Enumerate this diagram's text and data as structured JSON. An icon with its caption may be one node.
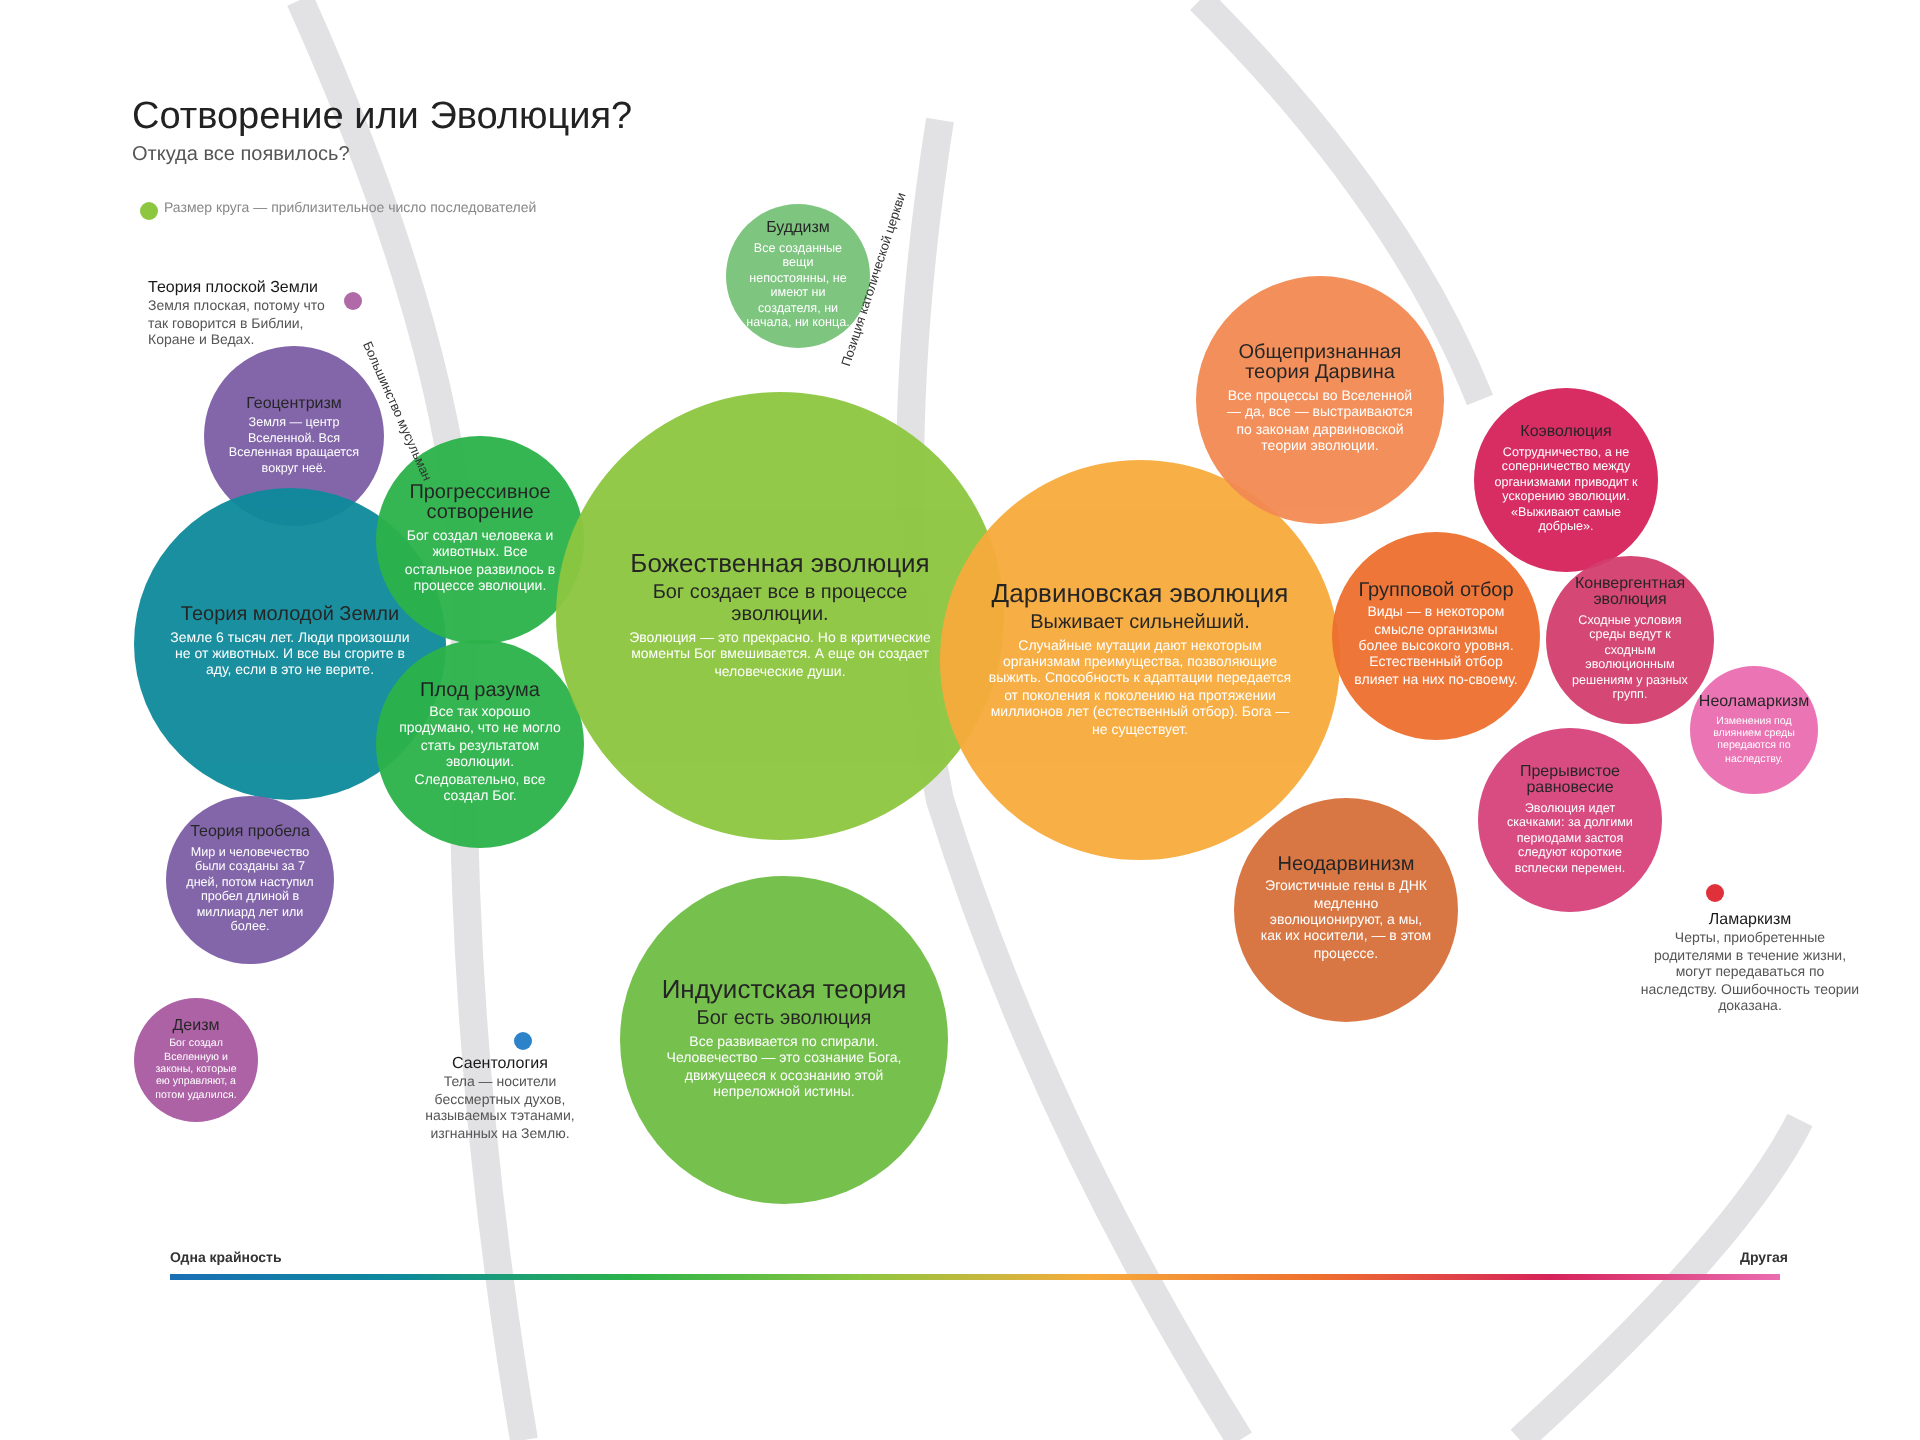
{
  "diagram": {
    "title": "Сотворение или Эволюция?",
    "nodes": [
      {
        "text": [
          "Теория плоской Земли",
          "Земля плоская, потому что так говорится в Библии, Коране и Ведах."
        ]
      },
      {
        "text": [
          "Геоцентризм",
          "Земля — центр Вселенной. Вся Вселенная вращается вокруг неё."
        ]
      },
      {
        "text": [
          "Теория молодой Земли",
          "Земле 6 тысяч лет. Люди произошли не от животных. И все вы сгорите в аду, если в это не верите."
        ]
      },
      {
        "text": [
          "Теория пробела",
          "Мир и человечество были созданы за 7 дней, потом наступил пробел длиной в миллиард лет или более."
        ]
      },
      {
        "text": [
          "Деизм",
          "Бог создал Вселенную и законы, которые ею управляют, а потом удалился."
        ]
      },
      {
        "text": [
          "Прогрессивное сотворение",
          "Бог создал человека и животных. Все остальное развилось в процессе эволюции."
        ]
      },
      {
        "text": [
          "Плод разума",
          "Все так хорошо продумано, что не могло стать результатом эволюции. Следовательно, все создал Бог."
        ]
      },
      {
        "text": [
          "Саентология",
          "Тела — носители бессмертных духов, называемых тэтанами, изгнанных на Землю."
        ]
      },
      {
        "text": [
          "Буддизм",
          "Все созданные вещи непостоянны, не имеют ни создателя, ни начала, ни конца."
        ]
      },
      {
        "text": [
          "Божественная эволюция",
          "Бог создает все в процессе эволюции.",
          "Эволюция — это прекрасно. Но в критические моменты Бог вмешивается. А еще он создает человеческие души."
        ]
      },
      {
        "text": [
          "Индуистская теория",
          "Бог есть эволюция",
          "Все развивается по спирали. Человечество — это сознание Бога, движущееся к осознанию этой непреложной истины."
        ]
      },
      {
        "text": [
          "Дарвиновская эволюция",
          "Выживает сильнейший.",
          "Случайные мутации дают некоторым организмам преимущества, позволяющие выжить. Способность к адаптации передается от поколения к поколению на протяжении миллионов лет (естественный отбор). Бога — не существует."
        ]
      },
      {
        "text": [
          "Общепризнанная теория Дарвина",
          "Все процессы во Вселенной — да, все — выстраиваются по законам дарвиновской теории эволюции."
        ]
      },
      {
        "text": [
          "Групповой отбор",
          "Виды — в некотором смысле организмы более высокого уровня. Естественный отбор влияет на них по-своему."
        ]
      },
      {
        "text": [
          "Неодарвинизм",
          "Эгоистичные гены в ДНК медленно эволюционируют, а мы, как их носители, — в этом процессе."
        ]
      },
      {
        "text": [
          "Коэволюция",
          "Сотрудничество, а не соперничество между организмами приводит к ускорению эволюции. «Выживают самые добрые»."
        ]
      },
      {
        "text": [
          "Конвергентная эволюция",
          "Сходные условия среды ведут к сходным эволюционным решениям у разных групп."
        ]
      },
      {
        "text": [
          "Прерывистое равновесие",
          "Эволюция идет скачками: за долгими периодами застоя следуют короткие всплески перемен."
        ]
      },
      {
        "text": [
          "Неоламаркизм",
          "Изменения под влиянием среды передаются по наследству."
        ]
      },
      {
        "text": [
          "Ламаркизм",
          "Черты, приобретенные родителями в течение жизни, могут передаваться по наследству. Ошибочность теории доказана."
        ]
      }
    ],
    "labels": [
      "Откуда все появилось?",
      "Большинство мусульман",
      "Позиция католической церкви",
      "Одна крайность",
      "Другая"
    ],
    "legend": [
      {
        "text": "Размер круга — приблизительное число последователей",
        "color": "#8dc63f"
      }
    ]
  }
}
